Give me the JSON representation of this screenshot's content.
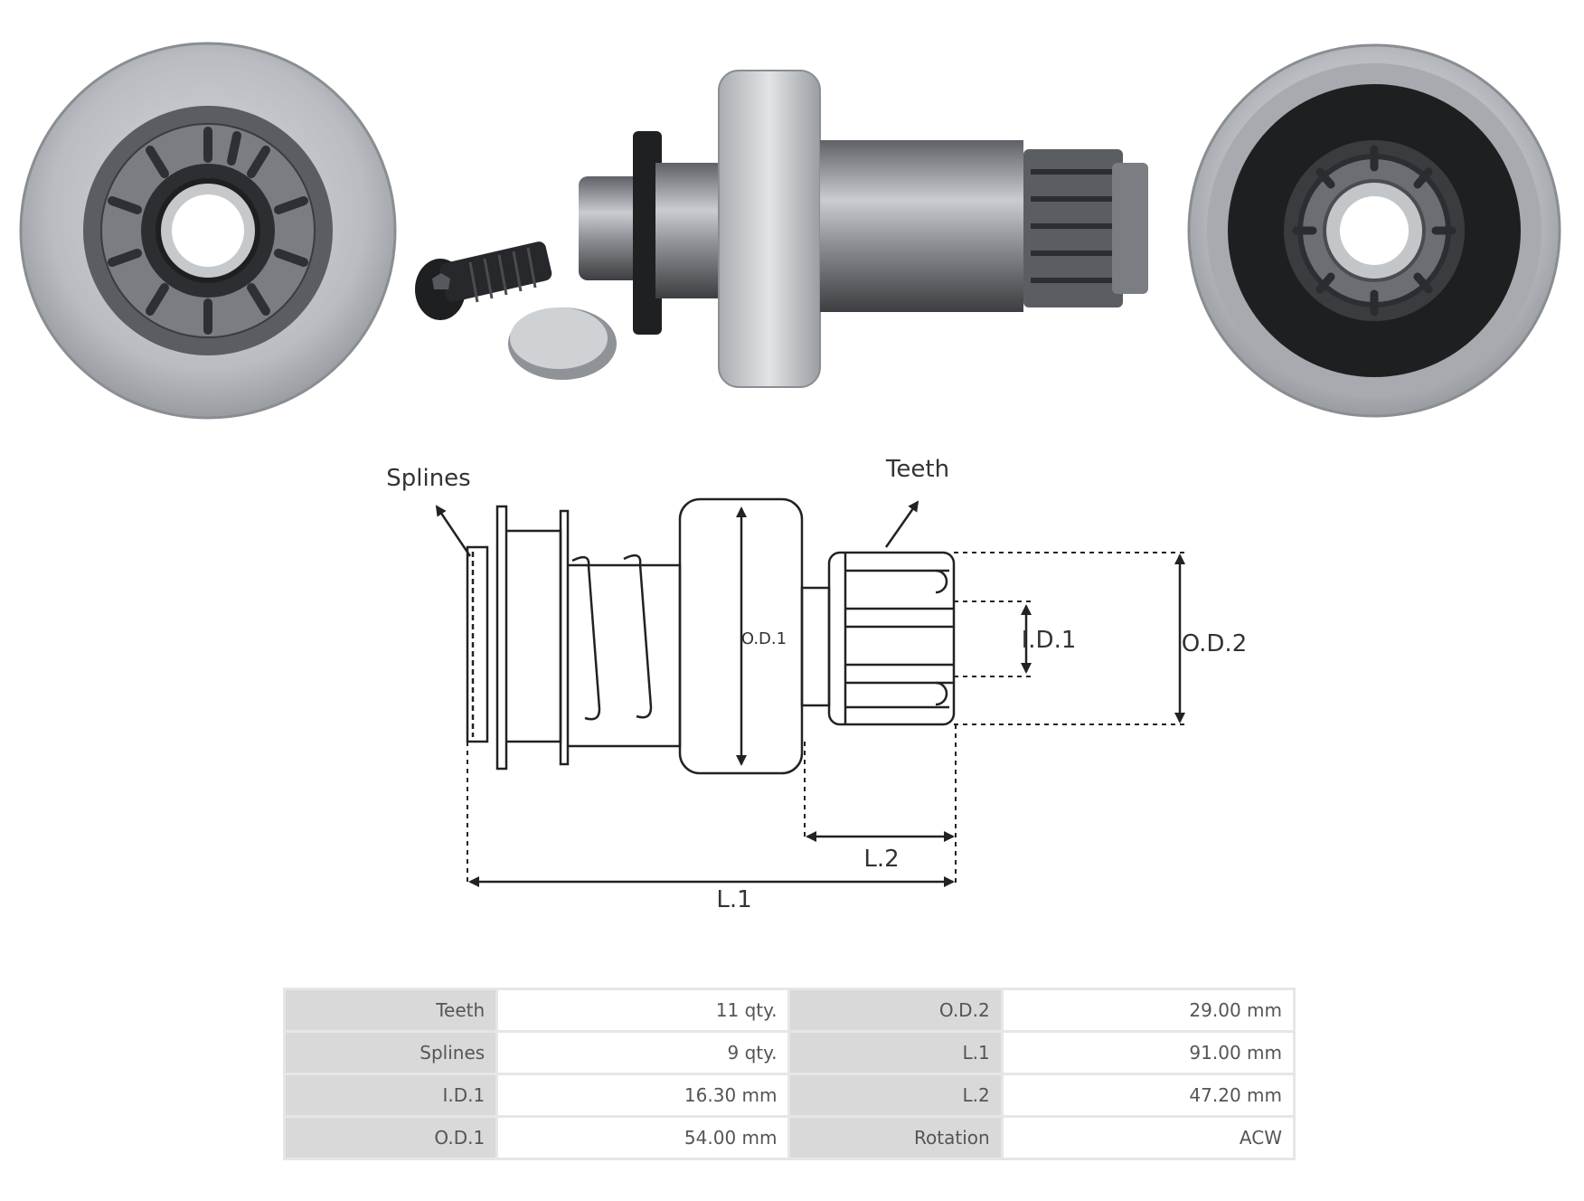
{
  "diagram": {
    "labels": {
      "splines": "Splines",
      "teeth": "Teeth",
      "od1": "O.D.1",
      "id1": "I.D.1",
      "od2": "O.D.2",
      "l1": "L.1",
      "l2": "L.2"
    }
  },
  "specs": {
    "rows": [
      {
        "label_a": "Teeth",
        "value_a": "11 qty.",
        "label_b": "O.D.2",
        "value_b": "29.00 mm"
      },
      {
        "label_a": "Splines",
        "value_a": "9 qty.",
        "label_b": "L.1",
        "value_b": "91.00 mm"
      },
      {
        "label_a": "I.D.1",
        "value_a": "16.30 mm",
        "label_b": "L.2",
        "value_b": "47.20 mm"
      },
      {
        "label_a": "O.D.1",
        "value_a": "54.00 mm",
        "label_b": "Rotation",
        "value_b": "ACW"
      }
    ]
  },
  "colors": {
    "steel": "#b8bcc0",
    "dark_steel": "#4a4c50",
    "line": "#222222"
  }
}
